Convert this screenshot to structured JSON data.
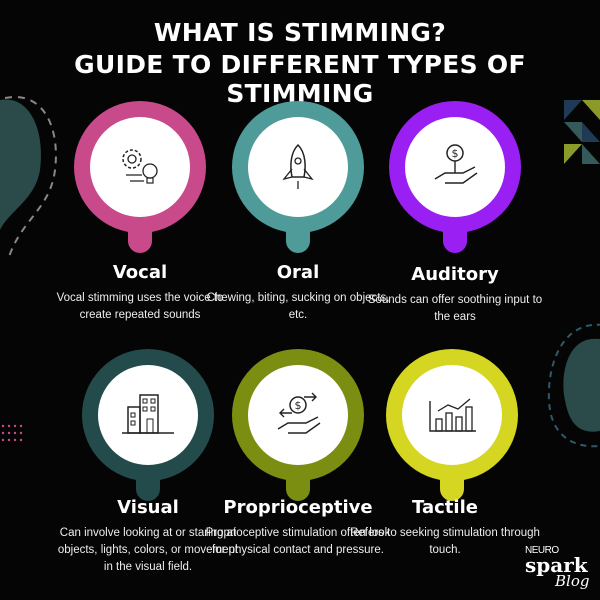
{
  "header": {
    "line1": "WHAT IS STIMMING?",
    "line2": "GUIDE TO DIFFERENT TYPES OF STIMMING"
  },
  "cards": [
    {
      "title": "Vocal",
      "text": "Vocal stimming uses the voice to create repeated sounds",
      "color": "#c94a8a",
      "icon": "gear-lightbulb-icon"
    },
    {
      "title": "Oral",
      "text": "Chewing, biting, sucking on objects, etc.",
      "color": "#4f9b99",
      "icon": "rocket-icon"
    },
    {
      "title": "Auditory",
      "text": "Sounds can offer soothing input to the ears",
      "color": "#9a1ff2",
      "icon": "hand-coin-plant-icon"
    },
    {
      "title": "Visual",
      "text": "Can involve looking at or staring at objects, lights, colors, or movement in the visual field.",
      "color": "#244b4b",
      "icon": "building-icon"
    },
    {
      "title": "Proprioceptive",
      "text": "Proprioceptive stimulation often look for physical contact and pressure.",
      "color": "#7c8e12",
      "icon": "hand-money-exchange-icon"
    },
    {
      "title": "Tactile",
      "text": "Refers to seeking stimulation through touch.",
      "color": "#d4d622",
      "icon": "bar-line-chart-icon"
    }
  ],
  "logo": {
    "line1": "NEURO",
    "line2": "spark",
    "line3": "Blog"
  }
}
